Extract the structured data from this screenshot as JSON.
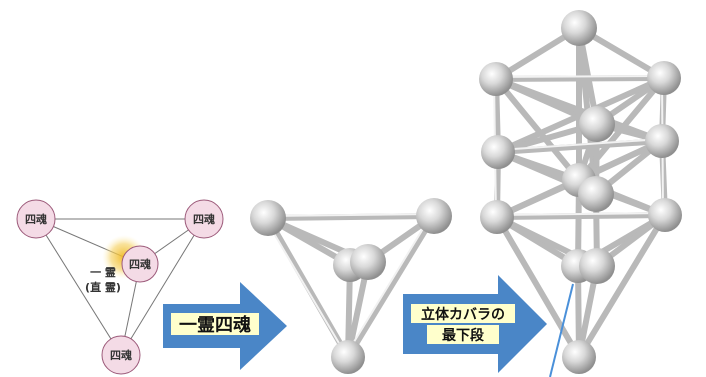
{
  "triangle": {
    "soul_label": "四魂",
    "spirit_label": "一 霊",
    "spirit_sub": "(直 霊)"
  },
  "arrows": {
    "first_label": "一霊四魂",
    "second_label_line1": "立体カバラの",
    "second_label_line2": "最下段"
  },
  "colors": {
    "arrow": "#4a86c7",
    "label_bg": "#ffffcc",
    "soul_circle": "#f4dbe6",
    "soul_stroke": "#9c5a7a",
    "spirit_glow": "#f0b820",
    "pointer_line": "#4a90d9"
  }
}
